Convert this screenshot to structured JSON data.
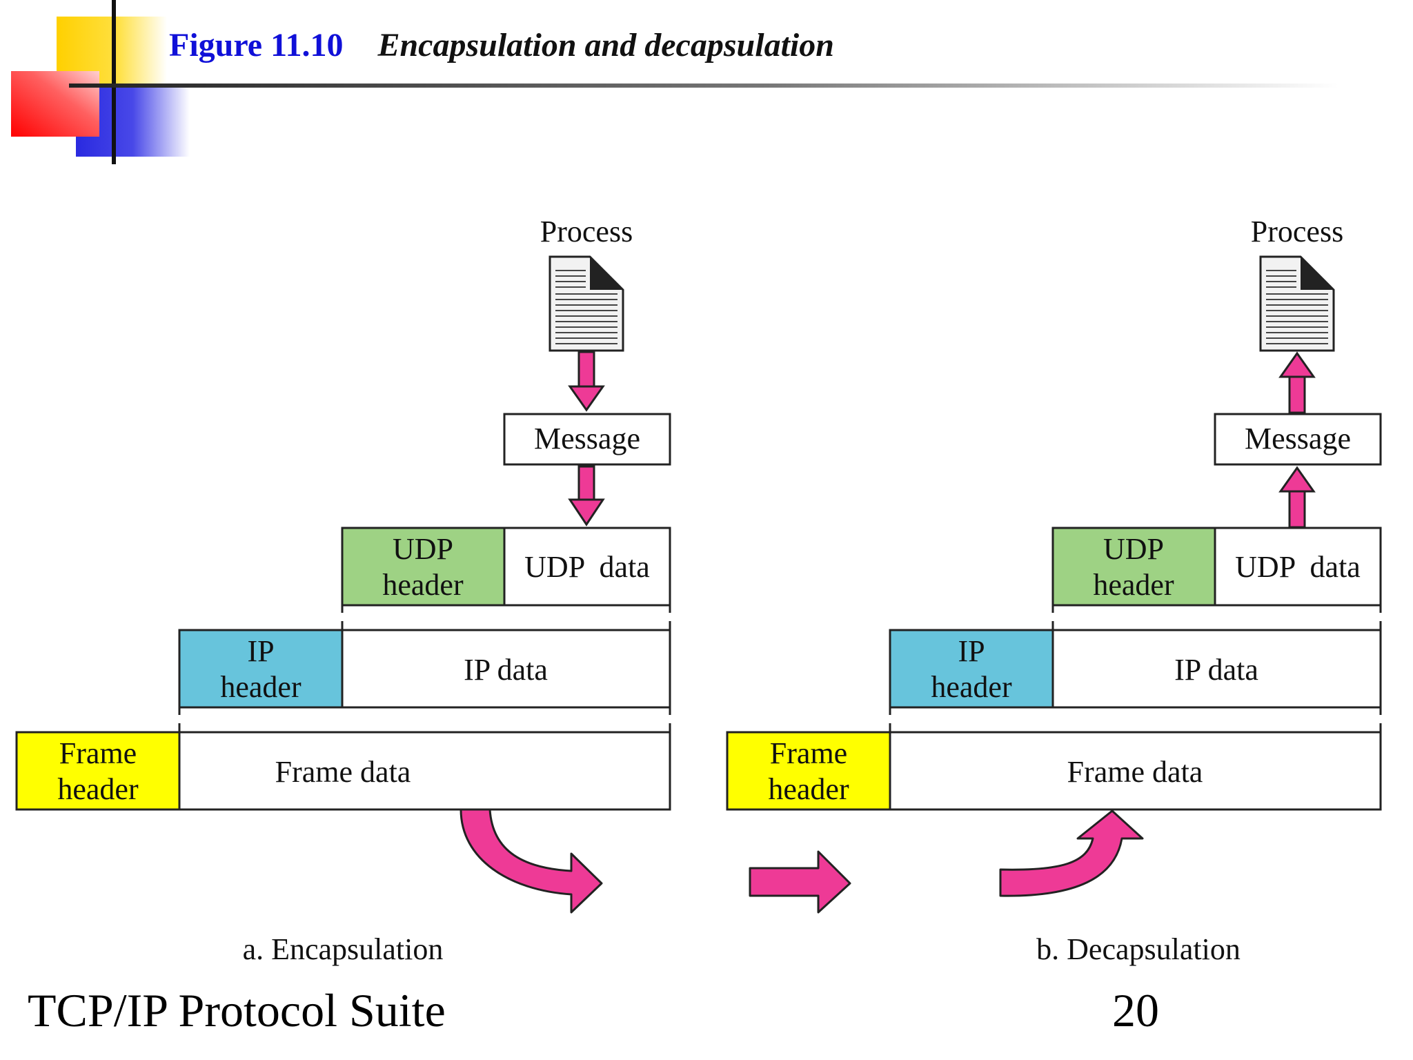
{
  "slide": {
    "figure_number": "Figure 11.10",
    "figure_caption": "Encapsulation and decapsulation",
    "footer_left": "TCP/IP Protocol Suite",
    "page_number": "20"
  },
  "encapsulation": {
    "process_label": "Process",
    "message_label": "Message",
    "udp_header": [
      "UDP",
      "header"
    ],
    "udp_data": "UDP  data",
    "ip_header": [
      "IP",
      "header"
    ],
    "ip_data": "IP data",
    "frame_header": [
      "Frame",
      "header"
    ],
    "frame_data": "Frame data",
    "caption": "a. Encapsulation"
  },
  "decapsulation": {
    "process_label": "Process",
    "message_label": "Message",
    "udp_header": [
      "UDP",
      "header"
    ],
    "udp_data": "UDP  data",
    "ip_header": [
      "IP",
      "header"
    ],
    "ip_data": "IP data",
    "frame_header": [
      "Frame",
      "header"
    ],
    "frame_data": "Frame data",
    "caption": "b. Decapsulation"
  },
  "colors": {
    "udp_header": "#9ed284",
    "ip_header": "#67c4dc",
    "frame_header": "#ffff00",
    "arrow": "#ee3a96",
    "title_blue": "#1010d8"
  }
}
